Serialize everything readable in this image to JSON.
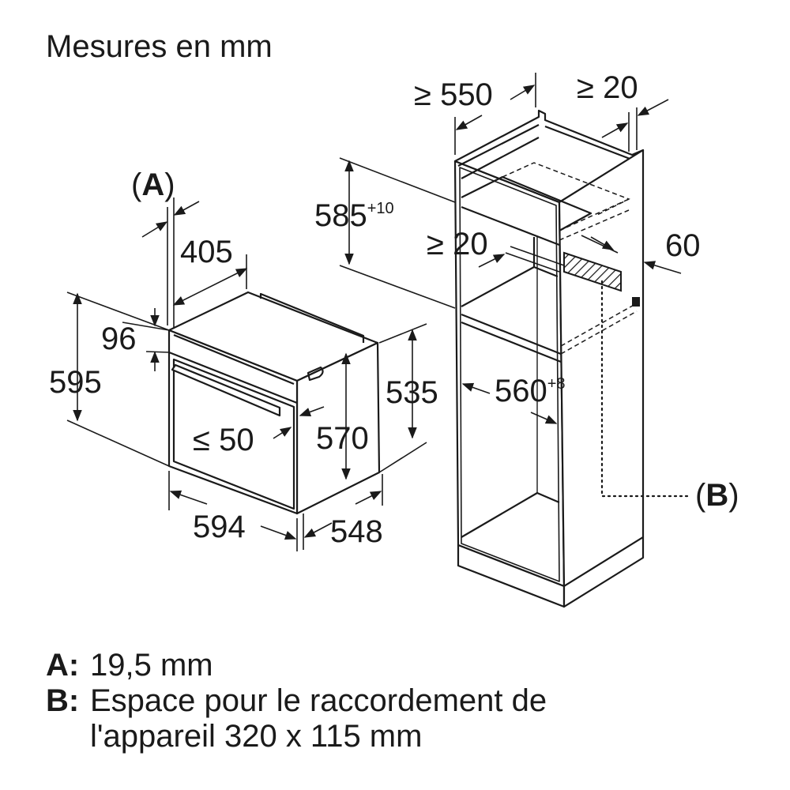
{
  "title": "Mesures en mm",
  "oven": {
    "label_A": "(A)",
    "label_A_key": "A",
    "dim_405": "405",
    "dim_96": "96",
    "dim_595": "595",
    "dim_le50": "≤ 50",
    "dim_570": "570",
    "dim_535": "535",
    "dim_594": "594",
    "dim_548": "548"
  },
  "cabinet": {
    "dim_ge550": "≥ 550",
    "dim_ge20_top": "≥ 20",
    "dim_585": "585",
    "dim_585_tol": "+10",
    "dim_ge20_mid": "≥ 20",
    "dim_60": "60",
    "dim_560": "560",
    "dim_560_tol": "+8",
    "label_B": "(B)",
    "label_B_key": "B"
  },
  "legend": [
    {
      "key": "A:",
      "lines": [
        "19,5 mm"
      ]
    },
    {
      "key": "B:",
      "lines": [
        "Espace pour le raccordement de",
        "l'appareil 320 x 115 mm"
      ]
    }
  ],
  "colors": {
    "line": "#1a1a1a",
    "background": "#ffffff"
  }
}
